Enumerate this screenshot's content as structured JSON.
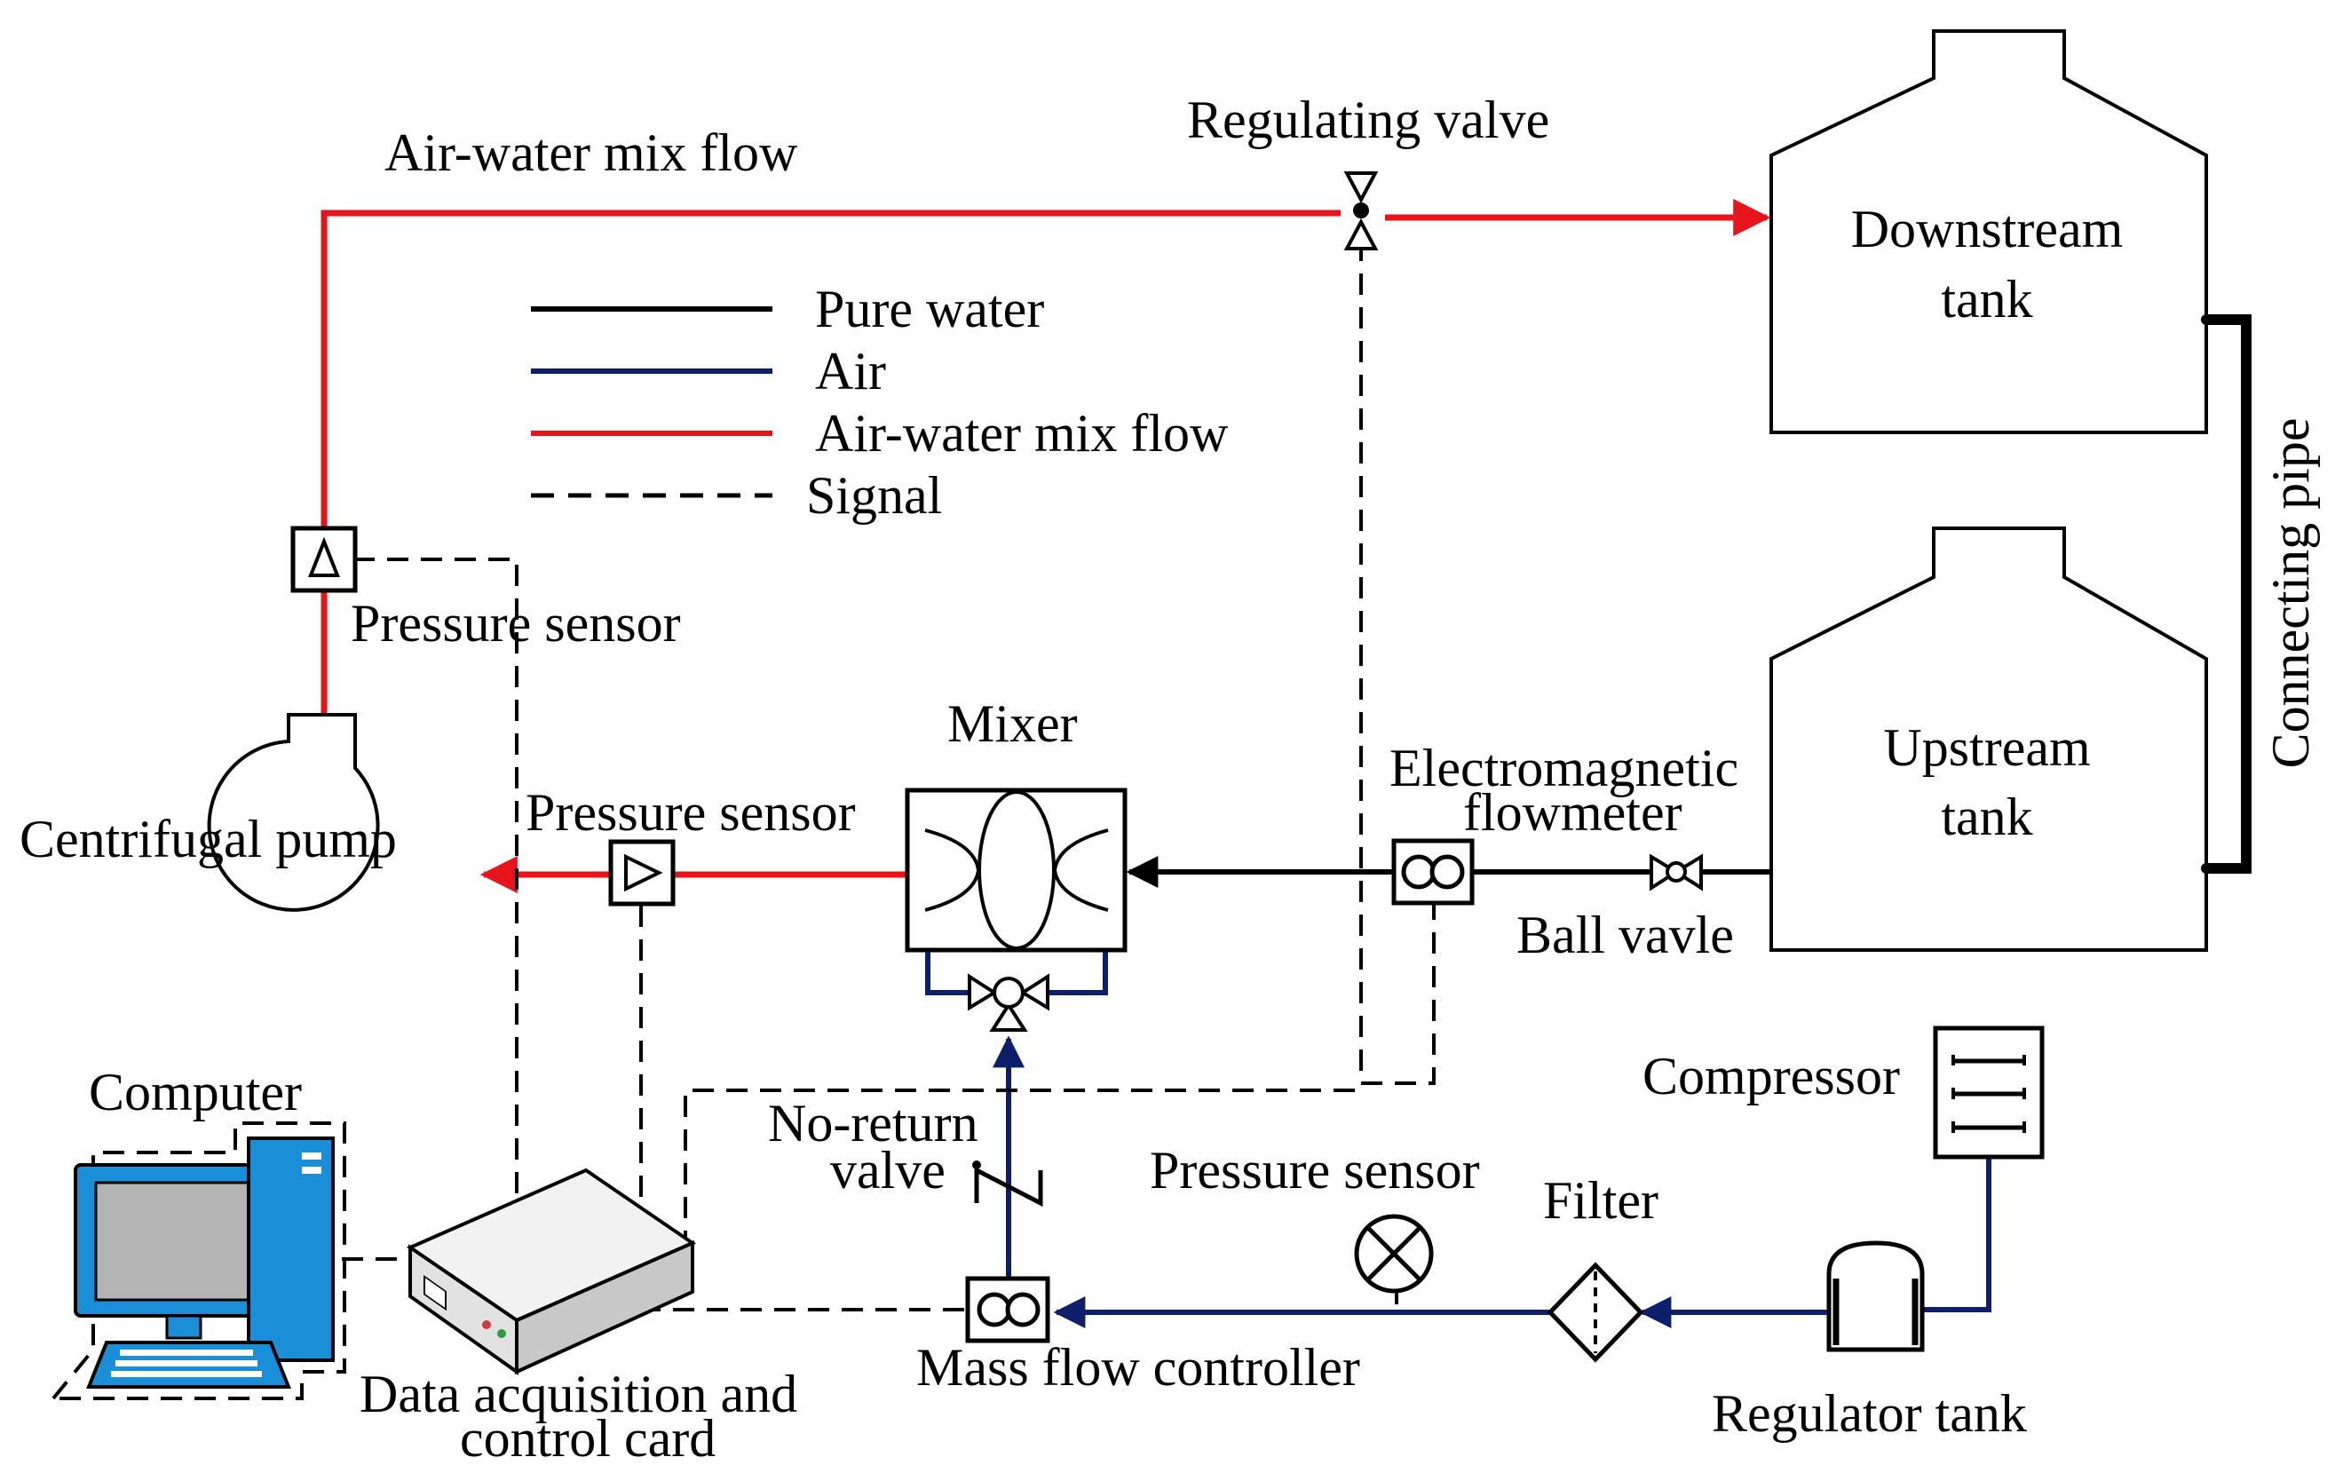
{
  "labels": {
    "air_water_mix_flow_top": "Air-water mix flow",
    "regulating_valve": "Regulating valve",
    "downstream_tank_line1": "Downstream",
    "downstream_tank_line2": "tank",
    "upstream_tank_line1": "Upstream",
    "upstream_tank_line2": "tank",
    "connecting_pipe": "Connecting pipe",
    "pressure_sensor_top": "Pressure sensor",
    "pressure_sensor_mid": "Pressure sensor",
    "pressure_sensor_bottom": "Pressure sensor",
    "centrifugal_pump": "Centrifugal pump",
    "mixer": "Mixer",
    "electromagnetic_flowmeter_line1": "Electromagnetic",
    "electromagnetic_flowmeter_line2": "flowmeter",
    "ball_valve": "Ball vavle",
    "compressor": "Compressor",
    "computer": "Computer",
    "no_return_valve_line1": "No-return",
    "no_return_valve_line2": "valve",
    "filter": "Filter",
    "mass_flow_controller": "Mass flow controller",
    "regulator_tank": "Regulator tank",
    "daq_line1": "Data acquisition and",
    "daq_line2": "control card"
  },
  "legend": {
    "items": [
      {
        "label": "Pure water",
        "color": "#000000",
        "style": "solid"
      },
      {
        "label": "Air",
        "color": "#0d1f6b",
        "style": "solid"
      },
      {
        "label": "Air-water mix flow",
        "color": "#e8141b",
        "style": "solid"
      },
      {
        "label": "Signal",
        "color": "#000000",
        "style": "dashed"
      }
    ]
  },
  "colors": {
    "pure_water": "#000000",
    "air": "#0d1f6b",
    "mix_flow": "#e8141b",
    "computer_blue": "#1a8fd8",
    "screen_gray": "#b4b4b4"
  }
}
